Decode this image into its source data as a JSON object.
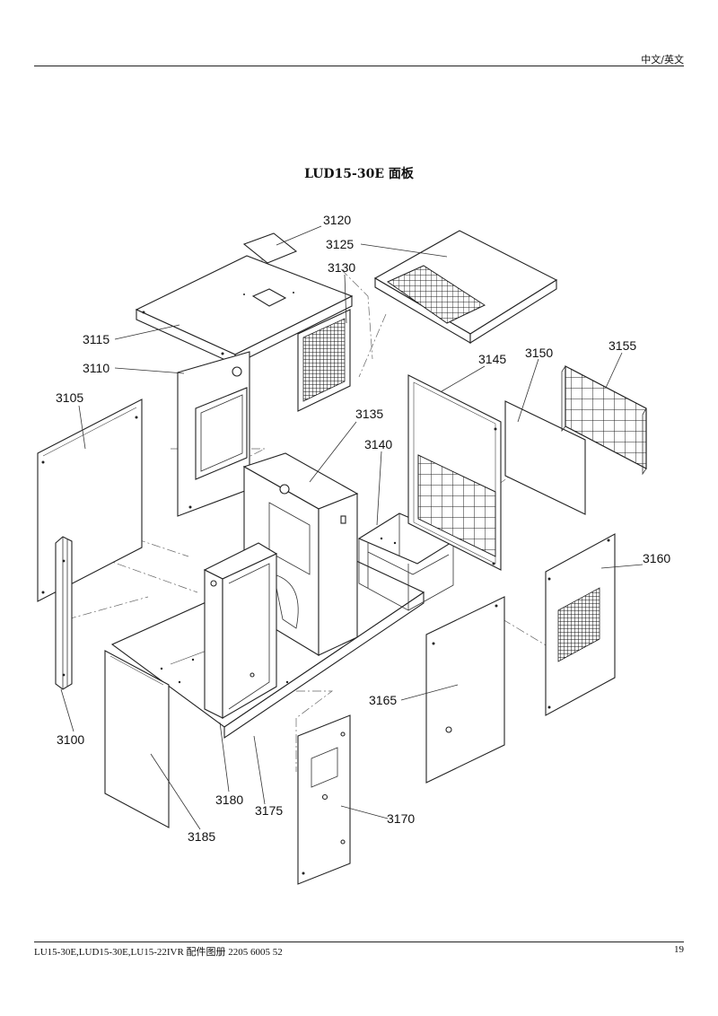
{
  "header": {
    "lang_label": "中文/英文"
  },
  "title": "LUD15-30E 面板",
  "parts": [
    {
      "id": "p3100",
      "label": "3100"
    },
    {
      "id": "p3105",
      "label": "3105"
    },
    {
      "id": "p3110",
      "label": "3110"
    },
    {
      "id": "p3115",
      "label": "3115"
    },
    {
      "id": "p3120",
      "label": "3120"
    },
    {
      "id": "p3125",
      "label": "3125"
    },
    {
      "id": "p3130",
      "label": "3130"
    },
    {
      "id": "p3135",
      "label": "3135"
    },
    {
      "id": "p3140",
      "label": "3140"
    },
    {
      "id": "p3145",
      "label": "3145"
    },
    {
      "id": "p3150",
      "label": "3150"
    },
    {
      "id": "p3155",
      "label": "3155"
    },
    {
      "id": "p3160",
      "label": "3160"
    },
    {
      "id": "p3165",
      "label": "3165"
    },
    {
      "id": "p3170",
      "label": "3170"
    },
    {
      "id": "p3175",
      "label": "3175"
    },
    {
      "id": "p3180",
      "label": "3180"
    },
    {
      "id": "p3185",
      "label": "3185"
    }
  ],
  "footer": {
    "text": "LU15-30E,LUD15-30E,LU15-22IVR  配件图册 2205 6005 52",
    "page_number": "19"
  }
}
